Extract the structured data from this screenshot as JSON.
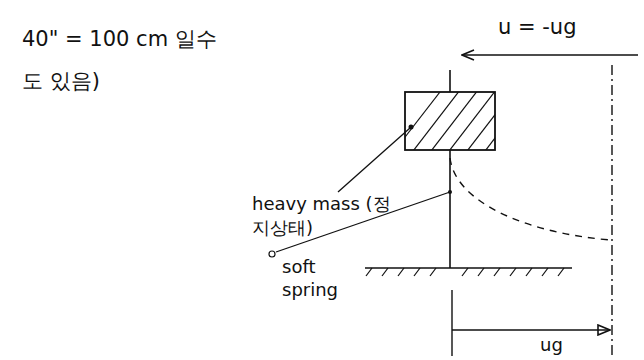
{
  "diagram": {
    "labels": [
      "40\" = 100 cm 일수도 있음)",
      "u = -ug",
      "heavy mass (정지상태)",
      "soft spring",
      "ug"
    ]
  }
}
